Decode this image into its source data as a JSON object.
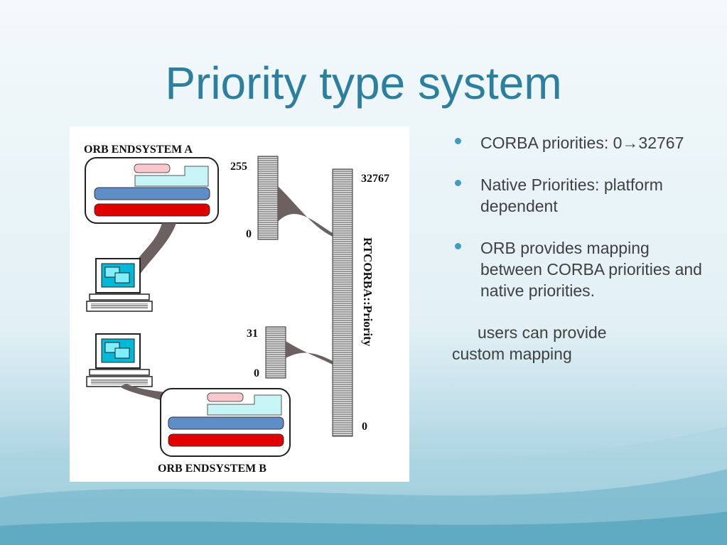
{
  "title": "Priority type system",
  "diagram": {
    "orb_a_label": "ORB ENDSYSTEM A",
    "orb_b_label": "ORB ENDSYSTEM B",
    "native_a_max": "255",
    "native_a_min": "0",
    "native_b_max": "31",
    "native_b_min": "0",
    "corba_max": "32767",
    "corba_min": "0",
    "corba_axis_label": "RTCORBA::Priority"
  },
  "bullets": [
    {
      "prefix": "CORBA priorities: 0",
      "arrow": "→",
      "suffix": "32767"
    },
    {
      "text": "Native Priorities: platform dependent"
    },
    {
      "text": "ORB provides mapping between CORBA priorities and native priorities."
    }
  ],
  "note": {
    "line1": "users can provide",
    "line2": "custom mapping"
  },
  "colors": {
    "title": "#2c7f9f",
    "bullet_dot": "#3f9ec0",
    "text": "#404040"
  }
}
